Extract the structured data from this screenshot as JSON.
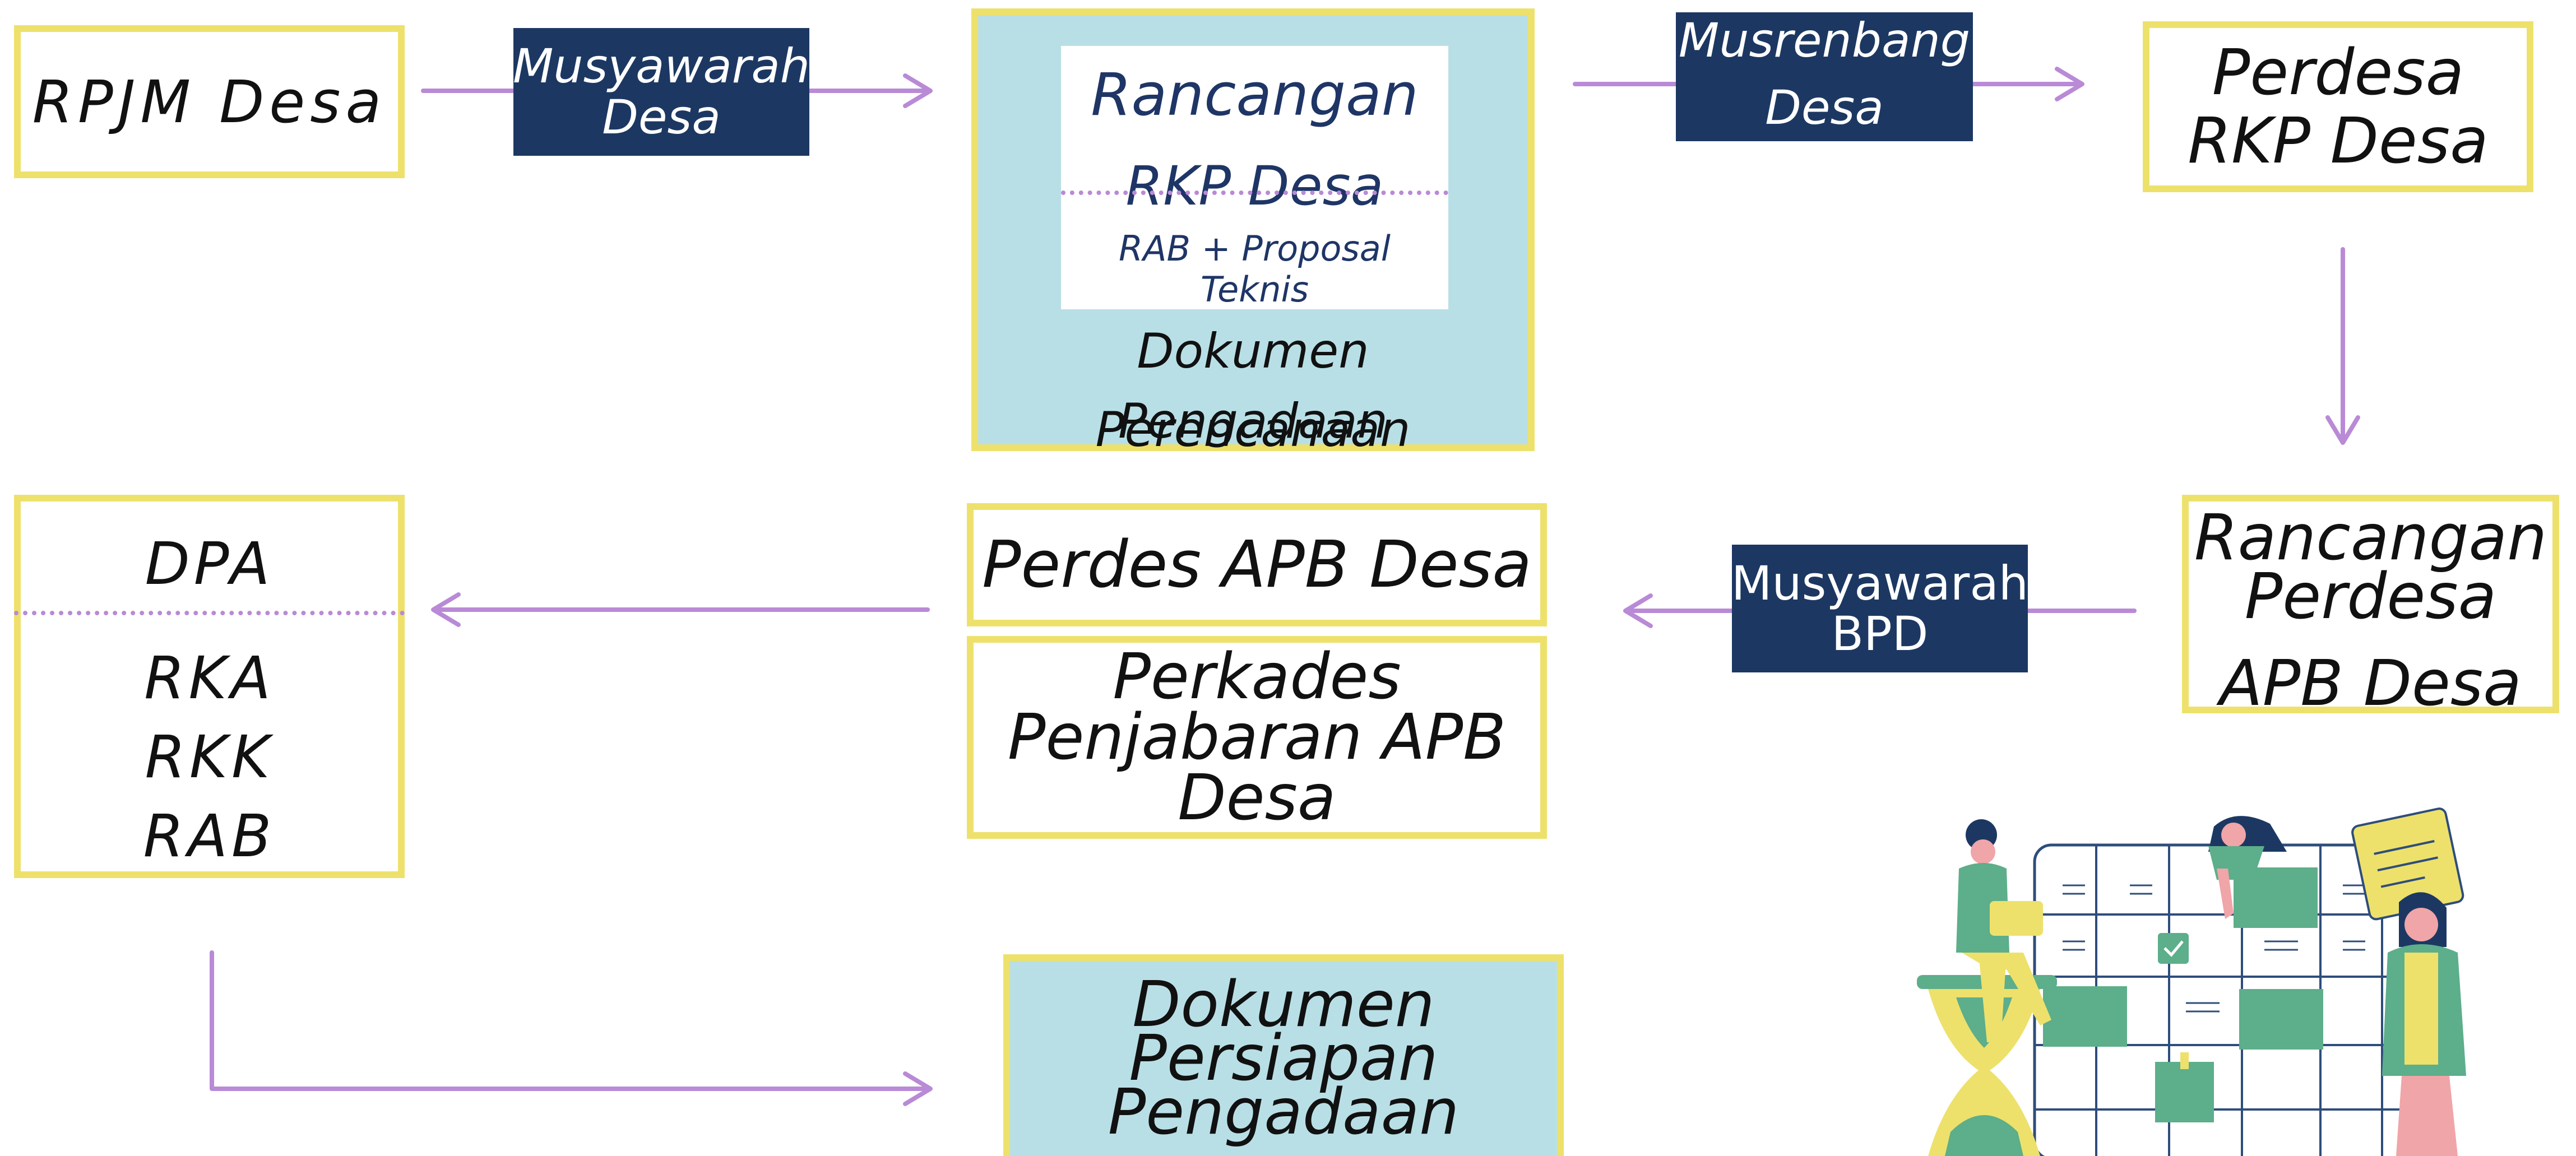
{
  "rpjm": "RPJM Desa",
  "musyawarah_desa": {
    "line1": "Musyawarah",
    "line2": "Desa"
  },
  "rancangan_rkp": {
    "title1": "Rancangan",
    "title2": "RKP Desa",
    "sub": "RAB + Proposal Teknis"
  },
  "dok_perencanaan": {
    "line1": "Dokumen Perencanaan",
    "line2": "Pengadaan"
  },
  "musrenbang": {
    "line1": "Musrenbang",
    "line2": "Desa"
  },
  "perdesa_rkp": {
    "line1": "Perdesa",
    "line2": "RKP Desa"
  },
  "rancangan_perdesa": {
    "line1": "Rancangan",
    "line2": "Perdesa",
    "line3": "APB Desa"
  },
  "musyawarah_bpd": {
    "line1": "Musyawarah",
    "line2": "BPD"
  },
  "perdes_apb": "Perdes APB Desa",
  "perkades": {
    "line1": "Perkades",
    "line2": "Penjabaran APB",
    "line3": "Desa"
  },
  "dpa_box": {
    "top": "DPA",
    "items": [
      "RKA",
      "RKK",
      "RAB"
    ]
  },
  "dok_persiapan": {
    "line1": "Dokumen",
    "line2": "Persiapan",
    "line3": "Pengadaan"
  },
  "colors": {
    "accent_yellow": "#ede16c",
    "navy": "#1c3862",
    "light_blue": "#b9dfe6",
    "arrow_purple": "#b98ad6",
    "title_navy": "#1e3566"
  },
  "illustration": {
    "icon": "team-planning-calendar-illustration"
  }
}
